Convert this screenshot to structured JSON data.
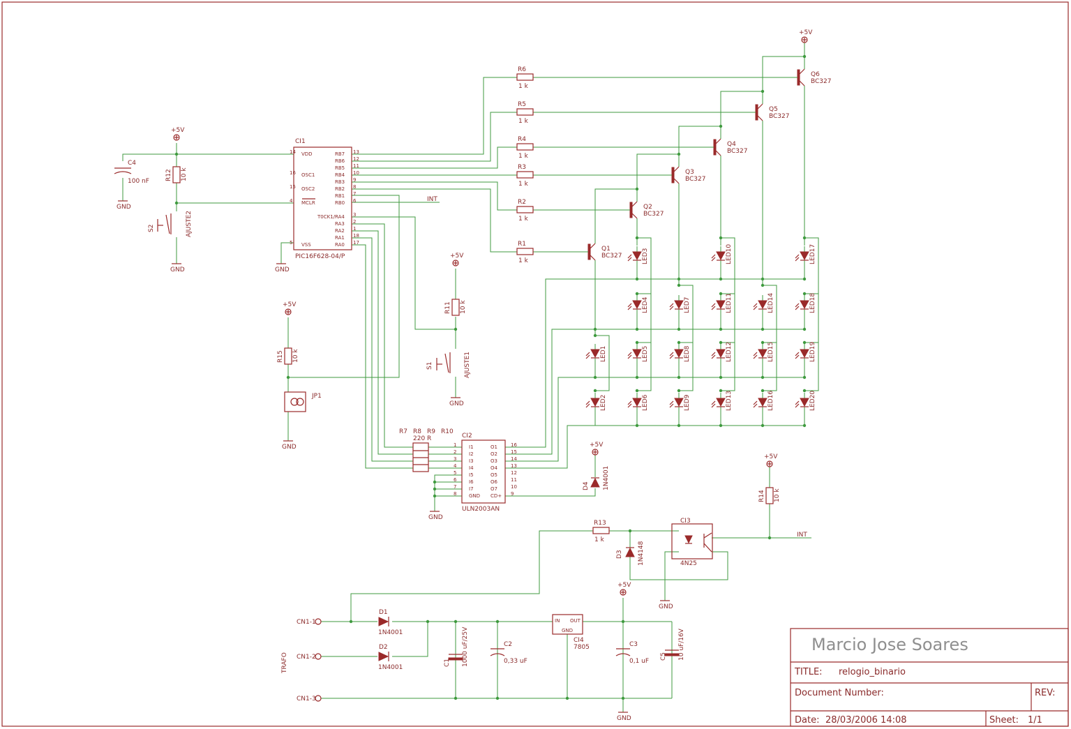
{
  "title_block": {
    "author": "Marcio Jose Soares",
    "title_label": "TITLE:",
    "title_value": "relogio_binario",
    "doc_number_label": "Document Number:",
    "rev_label": "REV:",
    "date_label": "Date:",
    "date_value": "28/03/2006 14:08",
    "sheet_label": "Sheet:",
    "sheet_value": "1/1"
  },
  "power": {
    "vcc": "+5V",
    "gnd": "GND"
  },
  "net_labels": {
    "int": "INT",
    "trafo": "TRAFO"
  },
  "mcu": {
    "name": "CI1",
    "part": "PIC16F628-04/P",
    "left_pins": [
      {
        "num": "14",
        "name": "VDD"
      },
      {
        "num": "16",
        "name": "OSC1"
      },
      {
        "num": "15",
        "name": "OSC2"
      },
      {
        "num": "4",
        "name": "MCLR"
      },
      {
        "num": "5",
        "name": "VSS"
      }
    ],
    "right_pins": [
      {
        "num": "13",
        "name": "RB7"
      },
      {
        "num": "12",
        "name": "RB6"
      },
      {
        "num": "11",
        "name": "RB5"
      },
      {
        "num": "10",
        "name": "RB4"
      },
      {
        "num": "9",
        "name": "RB3"
      },
      {
        "num": "8",
        "name": "RB2"
      },
      {
        "num": "7",
        "name": "RB1"
      },
      {
        "num": "6",
        "name": "RB0"
      },
      {
        "num": "3",
        "name": "T0CK1/RA4"
      },
      {
        "num": "2",
        "name": "RA3"
      },
      {
        "num": "1",
        "name": "RA2"
      },
      {
        "num": "18",
        "name": "RA1"
      },
      {
        "num": "17",
        "name": "RA0"
      }
    ]
  },
  "driver": {
    "name": "CI2",
    "part": "ULN2003AN",
    "left_nums": [
      "1",
      "2",
      "3",
      "4",
      "5",
      "6",
      "7",
      "8"
    ],
    "left_names": [
      "I1",
      "I2",
      "I3",
      "I4",
      "I5",
      "I6",
      "I7",
      "GND"
    ],
    "right_names": [
      "O1",
      "O2",
      "O3",
      "O4",
      "O5",
      "O6",
      "O7",
      "CD+"
    ],
    "right_nums": [
      "16",
      "15",
      "14",
      "13",
      "12",
      "11",
      "10",
      "9"
    ]
  },
  "resistors": [
    {
      "ref": "R6",
      "value": "1 k"
    },
    {
      "ref": "R5",
      "value": "1 k"
    },
    {
      "ref": "R4",
      "value": "1 k"
    },
    {
      "ref": "R3",
      "value": "1 k"
    },
    {
      "ref": "R2",
      "value": "1 k"
    },
    {
      "ref": "R1",
      "value": "1 k"
    },
    {
      "ref": "R12",
      "value": "10 k"
    },
    {
      "ref": "R11",
      "value": "10 k"
    },
    {
      "ref": "R15",
      "value": "10 k"
    },
    {
      "ref": "R13",
      "value": "1 k"
    },
    {
      "ref": "R14",
      "value": "10 k"
    }
  ],
  "resistor_array": {
    "refs": [
      "R7",
      "R8",
      "R9",
      "R10"
    ],
    "value": "220 R"
  },
  "transistors": [
    {
      "ref": "Q6",
      "part": "BC327"
    },
    {
      "ref": "Q5",
      "part": "BC327"
    },
    {
      "ref": "Q4",
      "part": "BC327"
    },
    {
      "ref": "Q3",
      "part": "BC327"
    },
    {
      "ref": "Q2",
      "part": "BC327"
    },
    {
      "ref": "Q1",
      "part": "BC327"
    }
  ],
  "capacitors": [
    {
      "ref": "C4",
      "value": "100 nF"
    },
    {
      "ref": "C1",
      "value": "1000 uF/25V"
    },
    {
      "ref": "C2",
      "value": "0,33 uF"
    },
    {
      "ref": "C3",
      "value": "0,1 uF"
    },
    {
      "ref": "C5",
      "value": "10 uF/16V"
    }
  ],
  "diodes": [
    {
      "ref": "D1",
      "part": "1N4001"
    },
    {
      "ref": "D2",
      "part": "1N4001"
    },
    {
      "ref": "D3",
      "part": "1N4148"
    },
    {
      "ref": "D4",
      "part": "1N4001"
    }
  ],
  "switches": [
    {
      "ref": "S2",
      "name": "AJUSTE2"
    },
    {
      "ref": "S1",
      "name": "AJUSTE1"
    }
  ],
  "regulator": {
    "ref": "CI4",
    "part": "7805",
    "pin_in": "IN",
    "pin_out": "OUT",
    "pin_gnd": "GND"
  },
  "optocoupler": {
    "ref": "CI3",
    "part": "4N25"
  },
  "jumper": {
    "ref": "JP1"
  },
  "connectors": [
    "CN1-1",
    "CN1-2",
    "CN1-3"
  ],
  "leds": [
    "LED1",
    "LED2",
    "LED3",
    "LED4",
    "LED5",
    "LED6",
    "LED7",
    "LED8",
    "LED9",
    "LED10",
    "LED11",
    "LED12",
    "LED13",
    "LED14",
    "LED15",
    "LED16",
    "LED17",
    "LED18",
    "LED19",
    "LED20"
  ]
}
